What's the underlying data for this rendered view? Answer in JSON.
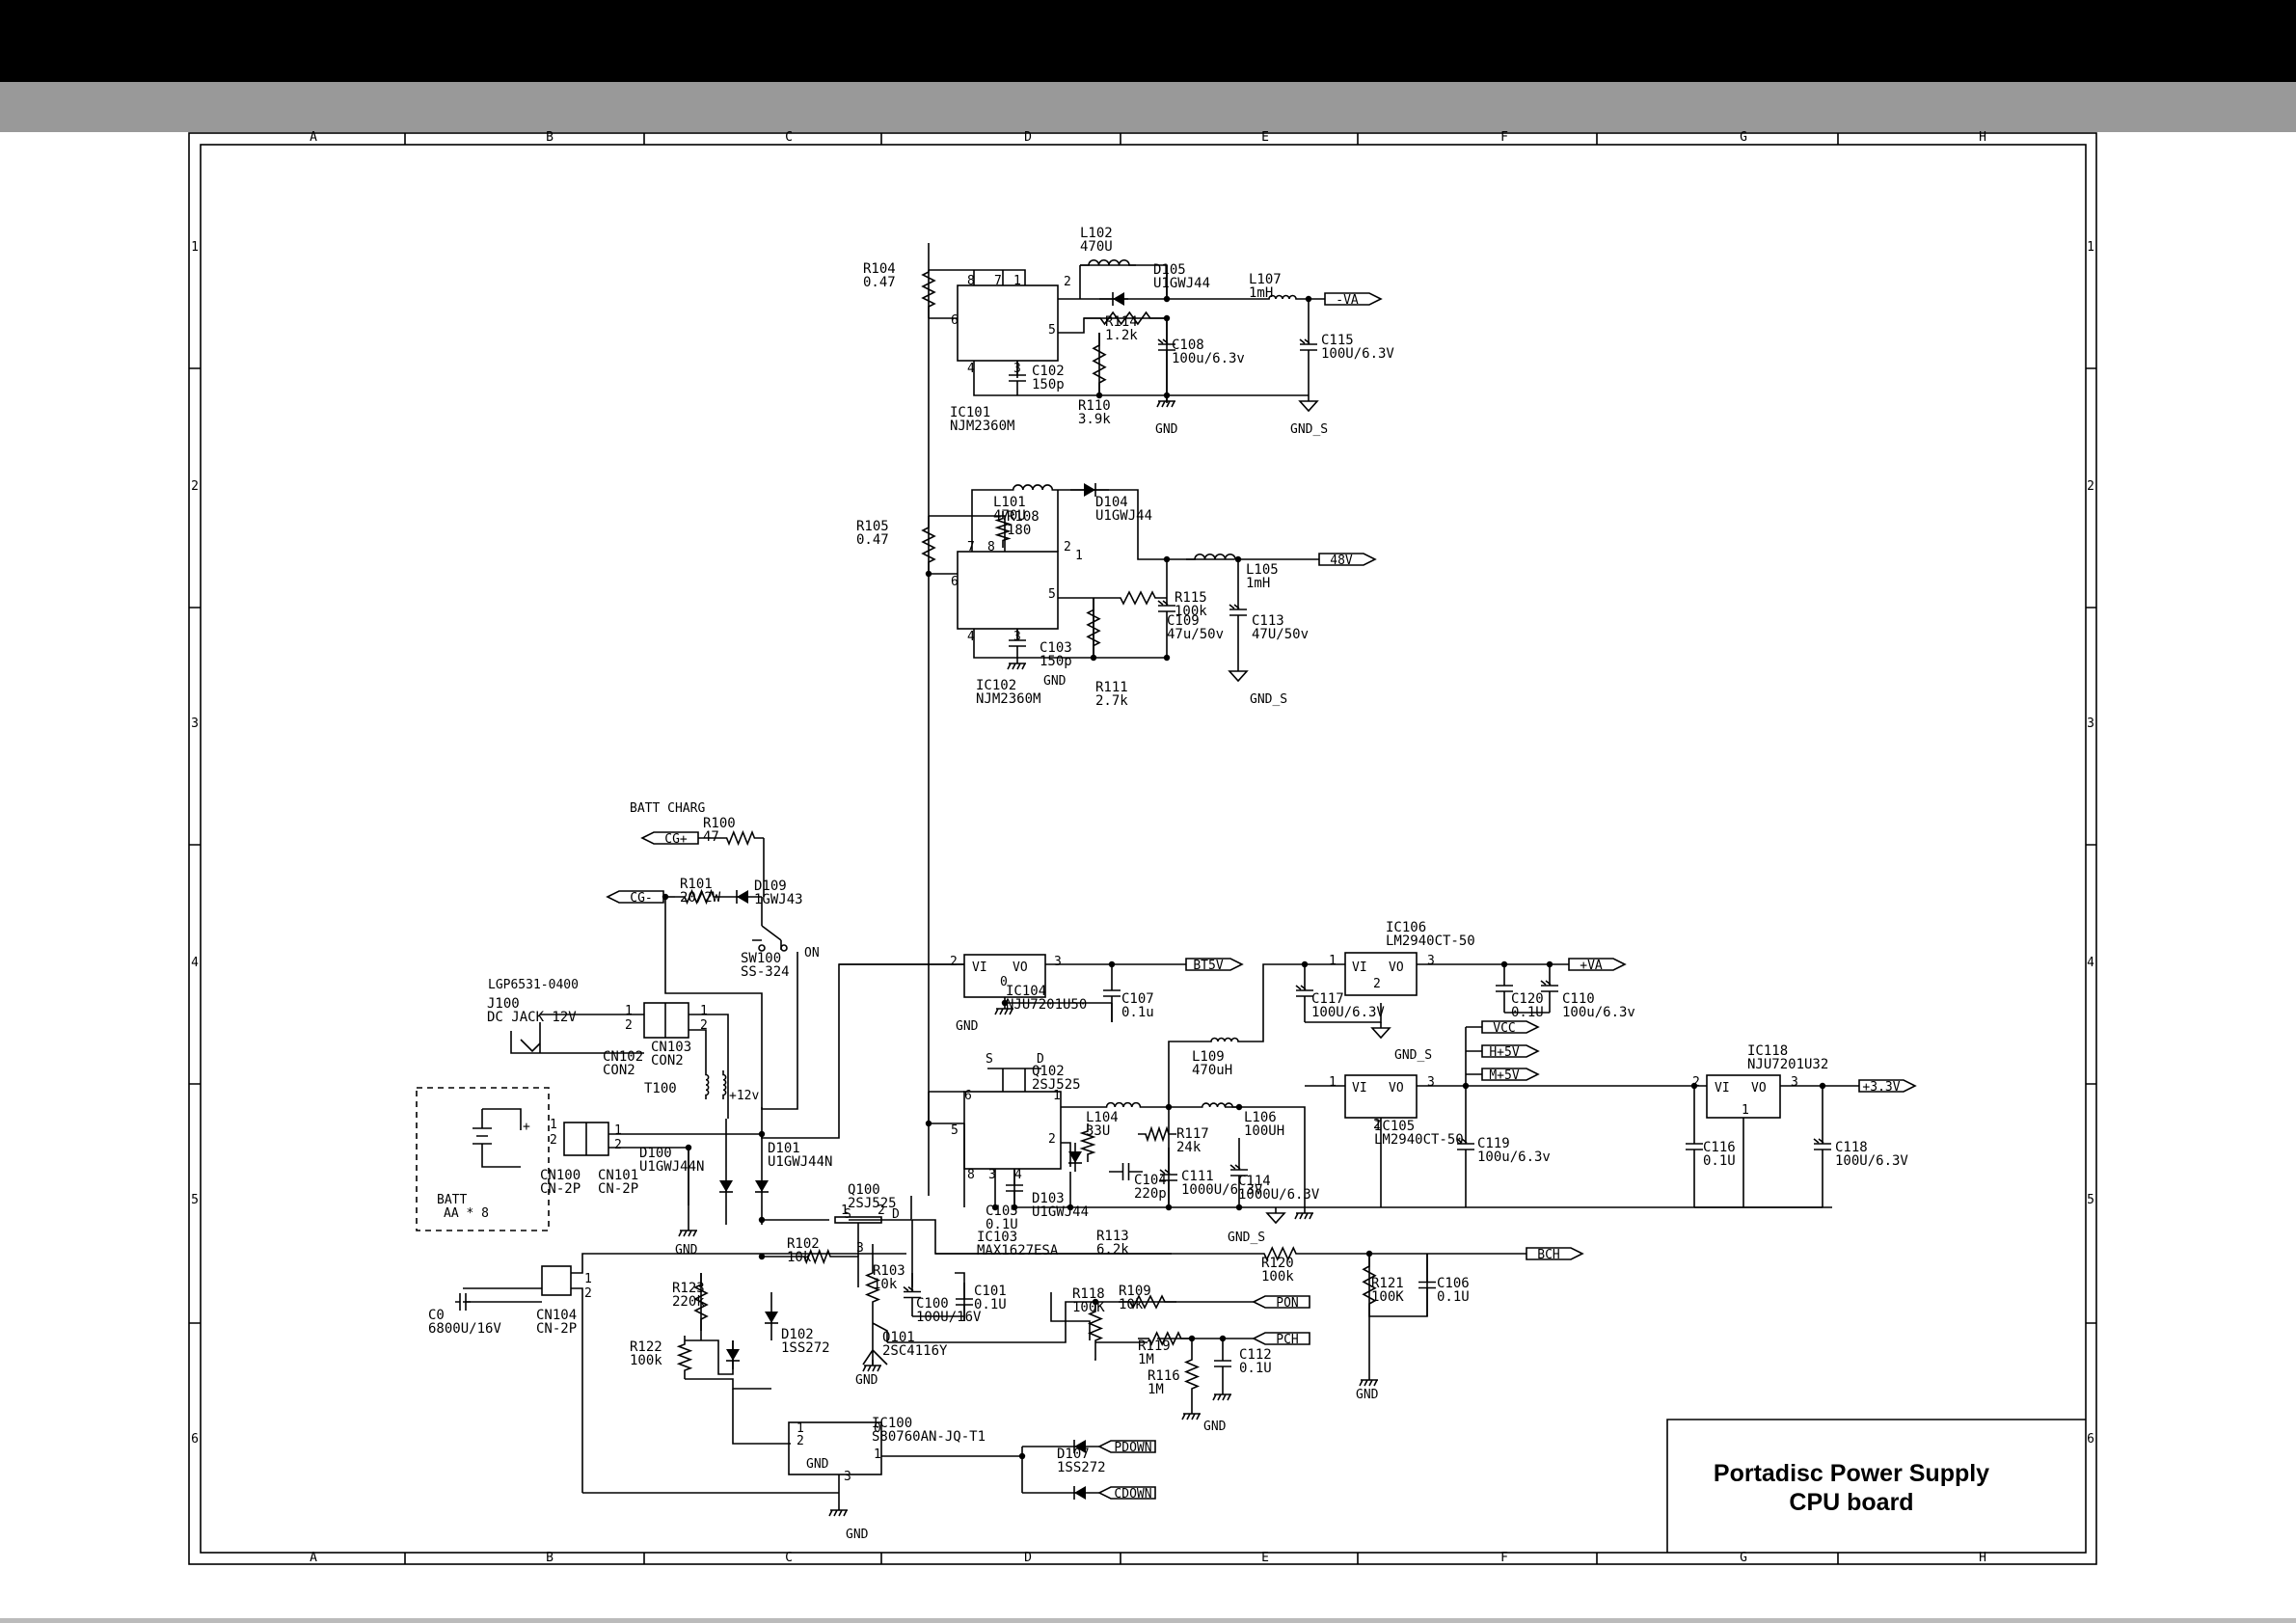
{
  "title_block": {
    "line1": "Portadisc Power Supply",
    "line2": "CPU board"
  },
  "zone_columns": [
    "A",
    "B",
    "C",
    "D",
    "E",
    "F",
    "G",
    "H"
  ],
  "zone_rows": [
    "1",
    "2",
    "3",
    "4",
    "5",
    "6"
  ],
  "components": {
    "r104": {
      "ref": "R104",
      "val": "0.47"
    },
    "l102": {
      "ref": "L102",
      "val": "470U"
    },
    "d105": {
      "ref": "D105",
      "val": "U1GWJ44"
    },
    "l107": {
      "ref": "L107",
      "val": "1mH"
    },
    "r114": {
      "ref": "R114",
      "val": "1.2k"
    },
    "c108": {
      "ref": "C108",
      "val": "100u/6.3v"
    },
    "c115": {
      "ref": "C115",
      "val": "100U/6.3V"
    },
    "c102": {
      "ref": "C102",
      "val": "150p"
    },
    "ic101": {
      "ref": "IC101",
      "val": "NJM2360M"
    },
    "r110": {
      "ref": "R110",
      "val": "3.9k"
    },
    "r105": {
      "ref": "R105",
      "val": "0.47"
    },
    "l101": {
      "ref": "L101",
      "val": "470U"
    },
    "r108": {
      "ref": "R108",
      "val": "180"
    },
    "d104": {
      "ref": "D104",
      "val": "U1GWJ44"
    },
    "l105": {
      "ref": "L105",
      "val": "1mH"
    },
    "r115": {
      "ref": "R115",
      "val": "100k"
    },
    "c109": {
      "ref": "C109",
      "val": "47u/50v"
    },
    "c113": {
      "ref": "C113",
      "val": "47U/50v"
    },
    "c103": {
      "ref": "C103",
      "val": "150p"
    },
    "ic102": {
      "ref": "IC102",
      "val": "NJM2360M"
    },
    "r111": {
      "ref": "R111",
      "val": "2.7k"
    },
    "r100": {
      "ref": "R100",
      "val": "47"
    },
    "r101": {
      "ref": "R101",
      "val": "20/2W"
    },
    "d109": {
      "ref": "D109",
      "val": "1GWJ43"
    },
    "sw100": {
      "ref": "SW100",
      "val": "SS-324"
    },
    "j100": {
      "ref": "J100",
      "val": "DC JACK 12V"
    },
    "cn102": {
      "ref": "CN102",
      "val": "CON2"
    },
    "cn103": {
      "ref": "CN103",
      "val": "CON2"
    },
    "t100": {
      "ref": "T100",
      "val": ""
    },
    "cn100": {
      "ref": "CN100",
      "val": "CN-2P"
    },
    "cn101": {
      "ref": "CN101",
      "val": "CN-2P"
    },
    "d100": {
      "ref": "D100",
      "val": "U1GWJ44N"
    },
    "d101": {
      "ref": "D101",
      "val": "U1GWJ44N"
    },
    "q100": {
      "ref": "Q100",
      "val": "2SJ525"
    },
    "r102": {
      "ref": "R102",
      "val": "10k"
    },
    "r103": {
      "ref": "R103",
      "val": "10k"
    },
    "r123": {
      "ref": "R123",
      "val": "220k"
    },
    "r122": {
      "ref": "R122",
      "val": "100k"
    },
    "d102": {
      "ref": "D102",
      "val": "1SS272"
    },
    "cn104": {
      "ref": "CN104",
      "val": "CN-2P"
    },
    "c0": {
      "ref": "C0",
      "val": "6800U/16V"
    },
    "c100": {
      "ref": "C100",
      "val": "100U/16V"
    },
    "c101": {
      "ref": "C101",
      "val": "0.1U"
    },
    "q101": {
      "ref": "Q101",
      "val": "2SC4116Y"
    },
    "ic104": {
      "ref": "IC104",
      "val": "NJU7201U50"
    },
    "c107": {
      "ref": "C107",
      "val": "0.1u"
    },
    "ic106": {
      "ref": "IC106",
      "val": "LM2940CT-50"
    },
    "c117": {
      "ref": "C117",
      "val": "100U/6.3V"
    },
    "c120": {
      "ref": "C120",
      "val": "0.1U"
    },
    "c110": {
      "ref": "C110",
      "val": "100u/6.3v"
    },
    "q102": {
      "ref": "Q102",
      "val": "2SJ525"
    },
    "l104": {
      "ref": "L104",
      "val": "33U"
    },
    "l109": {
      "ref": "L109",
      "val": "470uH"
    },
    "l106": {
      "ref": "L106",
      "val": "100UH"
    },
    "r117": {
      "ref": "R117",
      "val": "24k"
    },
    "c104": {
      "ref": "C104",
      "val": "220p"
    },
    "c111": {
      "ref": "C111",
      "val": "1000U/6.3V"
    },
    "c105": {
      "ref": "C105",
      "val": "0.1U"
    },
    "d103": {
      "ref": "D103",
      "val": "U1GWJ44"
    },
    "ic103": {
      "ref": "IC103",
      "val": "MAX1627ESA"
    },
    "r113": {
      "ref": "R113",
      "val": "6.2k"
    },
    "c114": {
      "ref": "C114",
      "val": "1000U/6.3V"
    },
    "ic105": {
      "ref": "IC105",
      "val": "LM2940CT-50"
    },
    "c119": {
      "ref": "C119",
      "val": "100u/6.3v"
    },
    "ic118": {
      "ref": "IC118",
      "val": "NJU7201U32"
    },
    "c116": {
      "ref": "C116",
      "val": "0.1U"
    },
    "c118": {
      "ref": "C118",
      "val": "100U/6.3V"
    },
    "r120": {
      "ref": "R120",
      "val": "100k"
    },
    "r121": {
      "ref": "R121",
      "val": "100K"
    },
    "c106": {
      "ref": "C106",
      "val": "0.1U"
    },
    "r118": {
      "ref": "R118",
      "val": "100K"
    },
    "r109": {
      "ref": "R109",
      "val": "10k"
    },
    "r119": {
      "ref": "R119",
      "val": "1M"
    },
    "r116": {
      "ref": "R116",
      "val": "1M"
    },
    "c112": {
      "ref": "C112",
      "val": "0.1U"
    },
    "ic100": {
      "ref": "IC100",
      "val": "S80760AN-JQ-T1"
    },
    "d107": {
      "ref": "D107",
      "val": "1SS272"
    }
  },
  "texts": {
    "batt_charg": "BATT CHARG",
    "lgp": "LGP6531-0400",
    "batt": "BATT",
    "batt_aa": "AA * 8",
    "on": "ON",
    "v12": "+12v",
    "vi": "VI",
    "vo": "VO",
    "gnd": "GND",
    "gnd_s": "GND_S",
    "pin_s": "S",
    "pin_d": "D"
  },
  "ports": {
    "va_neg": "-VA",
    "v48": "48V",
    "cg_pos": "CG+",
    "cg_neg": "CG-",
    "bt5v": "BT5V",
    "va_pos": "+VA",
    "vcc": "VCC",
    "h5v": "H+5V",
    "m5v": "M+5V",
    "v33": "+3.3V",
    "bch": "BCH",
    "pon": "PON",
    "pch": "PCH",
    "pdown": "PDOWN",
    "cdown": "CDOWN"
  }
}
